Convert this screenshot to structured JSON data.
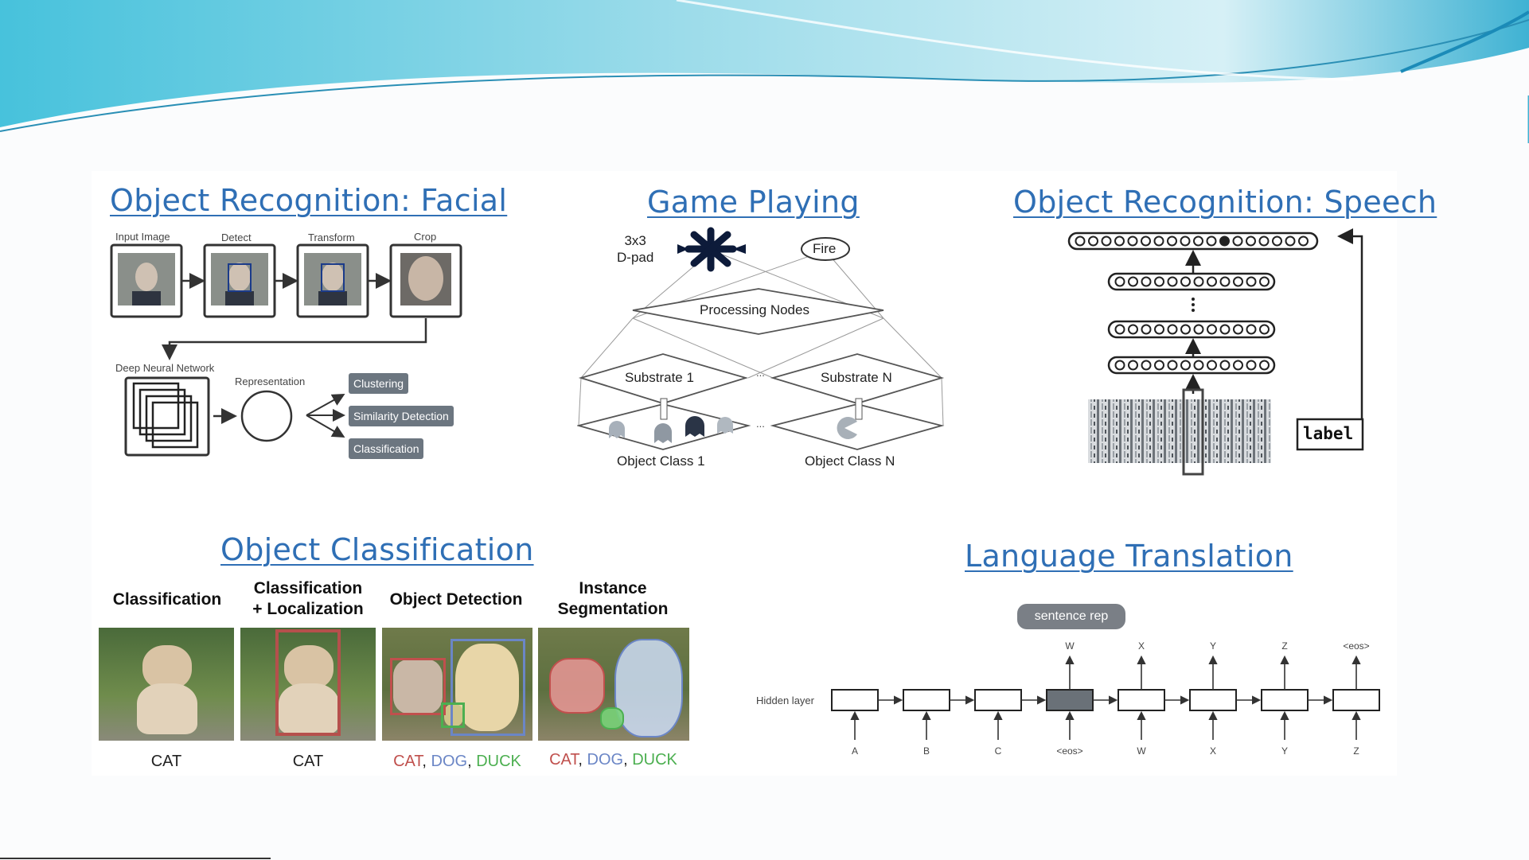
{
  "sections": {
    "facial": {
      "title": "Object Recognition: Facial",
      "steps": [
        "Input Image",
        "Detect",
        "Transform",
        "Crop"
      ],
      "dnn_label": "Deep Neural Network",
      "representation_label": "Representation",
      "outputs": [
        "Clustering",
        "Similarity Detection",
        "Classification"
      ]
    },
    "game": {
      "title": "Game Playing",
      "dpad_label_1": "3x3",
      "dpad_label_2": "D-pad",
      "fire_label": "Fire",
      "processing_label": "Processing Nodes",
      "substrate_1": "Substrate 1",
      "substrate_n": "Substrate N",
      "class_1": "Object Class 1",
      "class_n": "Object Class N",
      "ellipsis": "..."
    },
    "speech": {
      "title": "Object Recognition: Speech",
      "label_box": "label"
    },
    "classification": {
      "title": "Object Classification",
      "columns": [
        {
          "header": "Classification",
          "caption": [
            "CAT"
          ]
        },
        {
          "header": "Classification\n+ Localization",
          "caption": [
            "CAT"
          ]
        },
        {
          "header": "Object Detection",
          "caption": [
            "CAT",
            "DOG",
            "DUCK"
          ]
        },
        {
          "header": "Instance\nSegmentation",
          "caption": [
            "CAT",
            "DOG",
            "DUCK"
          ]
        }
      ],
      "caption_colors": {
        "CAT": "#c0504d",
        "DOG": "#6b86c6",
        "DUCK": "#4caf50"
      }
    },
    "translation": {
      "title": "Language Translation",
      "sentence_rep": "sentence rep",
      "hidden_label": "Hidden layer",
      "inputs": [
        "A",
        "B",
        "C",
        "<eos>",
        "W",
        "X",
        "Y",
        "Z"
      ],
      "outputs": [
        "",
        "",
        "",
        "W",
        "X",
        "Y",
        "Z",
        "<eos>"
      ]
    }
  },
  "colors": {
    "link": "#2f6fb5",
    "wave_light": "#bfe8f2",
    "wave_dark": "#2aa5c8"
  }
}
